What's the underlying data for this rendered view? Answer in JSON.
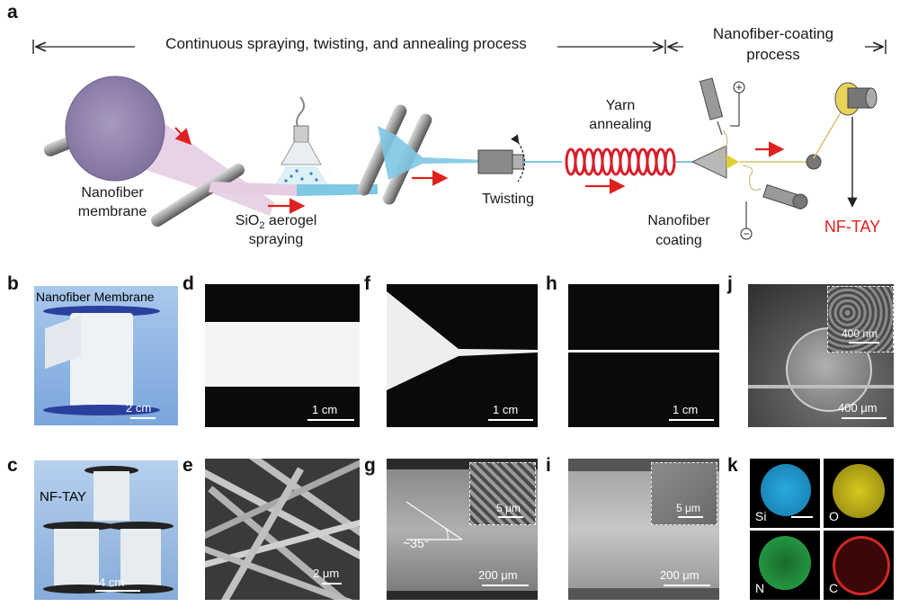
{
  "panel_labels": {
    "a": "a",
    "b": "b",
    "c": "c",
    "d": "d",
    "e": "e",
    "f": "f",
    "g": "g",
    "h": "h",
    "i": "i",
    "j": "j",
    "k": "k"
  },
  "schematic": {
    "process_main": "Continuous spraying, twisting, and annealing process",
    "process_coating_line1": "Nanofiber-coating",
    "process_coating_line2": "process",
    "nanofiber_membrane_line1": "Nanofiber",
    "nanofiber_membrane_line2": "membrane",
    "sio2_line1_pre": "SiO",
    "sio2_sub": "2",
    "sio2_line1_post": " aerogel",
    "sio2_line2": "spraying",
    "twisting": "Twisting",
    "yarn_annealing_line1": "Yarn",
    "yarn_annealing_line2": "annealing",
    "nanofiber_coating_line1": "Nanofiber",
    "nanofiber_coating_line2": "coating",
    "nf_tay": "NF-TAY",
    "plus": "+",
    "minus": "−"
  },
  "photos": {
    "b_title": "Nanofiber Membrane",
    "b_scale": "2 cm",
    "c_title": "NF-TAY",
    "c_scale": "4 cm",
    "d_scale": "1 cm",
    "e_scale": "2 μm",
    "f_scale": "1 cm",
    "g_angle": "~35°",
    "g_inset_scale": "5 μm",
    "g_scale": "200 μm",
    "h_scale": "1 cm",
    "i_inset_scale": "5 μm",
    "i_scale": "200 μm",
    "j_inset_scale": "400 nm",
    "j_scale": "400 μm",
    "k_si": "Si",
    "k_o": "O",
    "k_n": "N",
    "k_c": "C"
  },
  "colors": {
    "arrow_red": "#e02020",
    "nf_tay_red": "#e41e1e",
    "membrane_purple": "#9b8db5",
    "membrane_pink": "#e6cde3",
    "spray_blue": "#7ec8e3",
    "coil_red": "#d81e2a",
    "map_si": "#2aa8e0",
    "map_o": "#d8c81e",
    "map_n": "#28a848",
    "map_c": "#d02828"
  }
}
